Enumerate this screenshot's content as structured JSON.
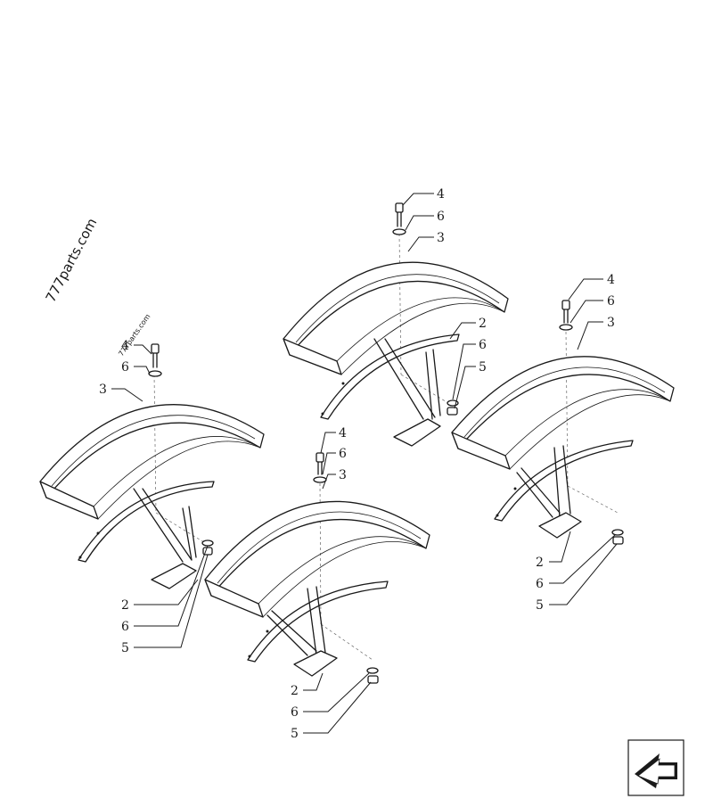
{
  "watermark": {
    "large_text": "777parts.com",
    "small_text": "777parts.com"
  },
  "callouts": {
    "a_4": "4",
    "a_6": "6",
    "a_3": "3",
    "a_2": "2",
    "a_6b": "6",
    "a_5": "5",
    "b_4": "4",
    "b_6": "6",
    "b_3": "3",
    "b_2": "2",
    "b_6b": "6",
    "b_5": "5",
    "c_4": "4",
    "c_6": "6",
    "c_3": "3",
    "c_2": "2",
    "c_6b": "6",
    "c_5": "5",
    "d_4": "4",
    "d_6": "6",
    "d_3": "3",
    "d_2": "2",
    "d_6b": "6",
    "d_5": "5"
  },
  "icons": {
    "navigation": "next-page-arrow-icon"
  }
}
